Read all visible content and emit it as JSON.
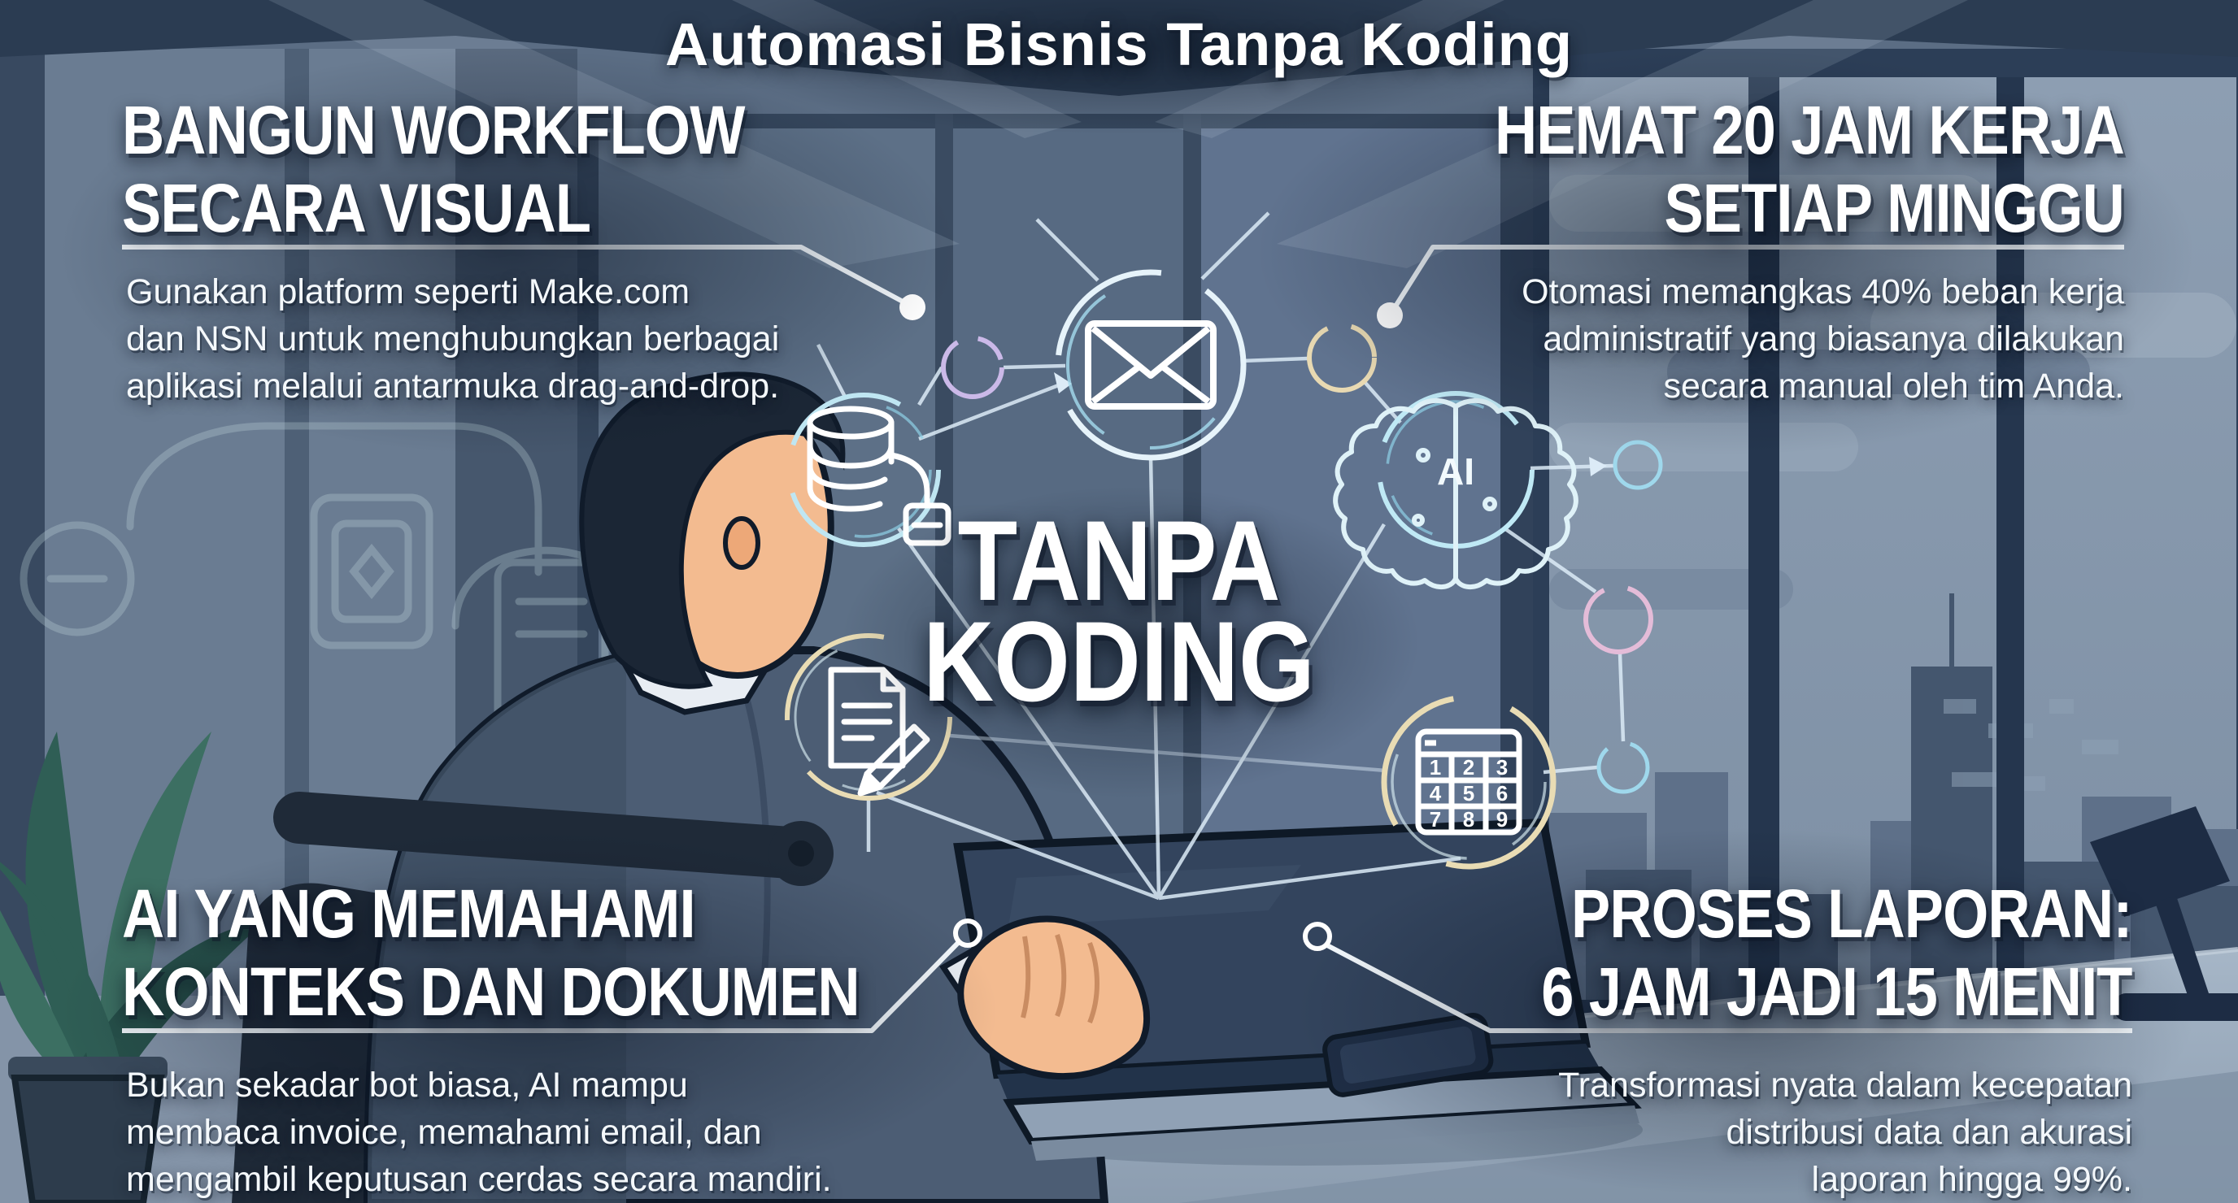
{
  "title": "Automasi Bisnis Tanpa Koding",
  "center": {
    "line1": "TANPA",
    "line2": "KODING"
  },
  "callouts": {
    "top_left": {
      "heading_lines": [
        "BANGUN WORKFLOW",
        "SECARA VISUAL"
      ],
      "body_lines": [
        "Gunakan platform seperti Make.com",
        "dan NSN untuk menghubungkan berbagai",
        "aplikasi melalui antarmuka drag-and-drop."
      ]
    },
    "top_right": {
      "heading_lines": [
        "HEMAT 20 JAM KERJA",
        "SETIAP MINGGU"
      ],
      "body_lines": [
        "Otomasi memangkas 40% beban kerja",
        "administratif yang biasanya dilakukan",
        "secara manual oleh tim Anda."
      ]
    },
    "bottom_left": {
      "heading_lines": [
        "AI YANG MEMAHAMI",
        "KONTEKS DAN DOKUMEN"
      ],
      "body_lines": [
        "Bukan sekadar bot biasa, AI mampu",
        "membaca invoice, memahami email, dan",
        "mengambil keputusan cerdas secara mandiri."
      ]
    },
    "bottom_right": {
      "heading_lines": [
        "PROSES LAPORAN:",
        "6 JAM JADI 15 MENIT"
      ],
      "body_lines": [
        "Transformasi nyata dalam kecepatan",
        "distribusi data dan akurasi",
        "laporan hingga 99%."
      ]
    }
  },
  "network": {
    "ai_label": "AI",
    "calculator_digits": [
      "1",
      "2",
      "3",
      "4",
      "5",
      "6",
      "7",
      "8",
      "9"
    ],
    "nodes": [
      {
        "name": "email-node",
        "icon": "envelope-icon"
      },
      {
        "name": "database-node",
        "icon": "database-icon"
      },
      {
        "name": "ai-node",
        "icon": "ai-brain-icon"
      },
      {
        "name": "document-node",
        "icon": "document-pen-icon"
      },
      {
        "name": "calculator-node",
        "icon": "calculator-icon"
      }
    ]
  },
  "colors": {
    "background": "#54667d",
    "heading_text": "#ffffff",
    "body_text": "#f4f8fb",
    "leader_line": "#f3f8fc",
    "network_line": "#dcebf7",
    "ring_cyan": "#9fd8ec",
    "ring_lavender": "#cbb9e8",
    "ring_warm": "#e8d9b2",
    "ring_pink": "#e4bcd8",
    "suit": "#4c5d74",
    "skin": "#f3bb90",
    "desk": "#a2b2c4",
    "plant": "#2f5e55"
  }
}
